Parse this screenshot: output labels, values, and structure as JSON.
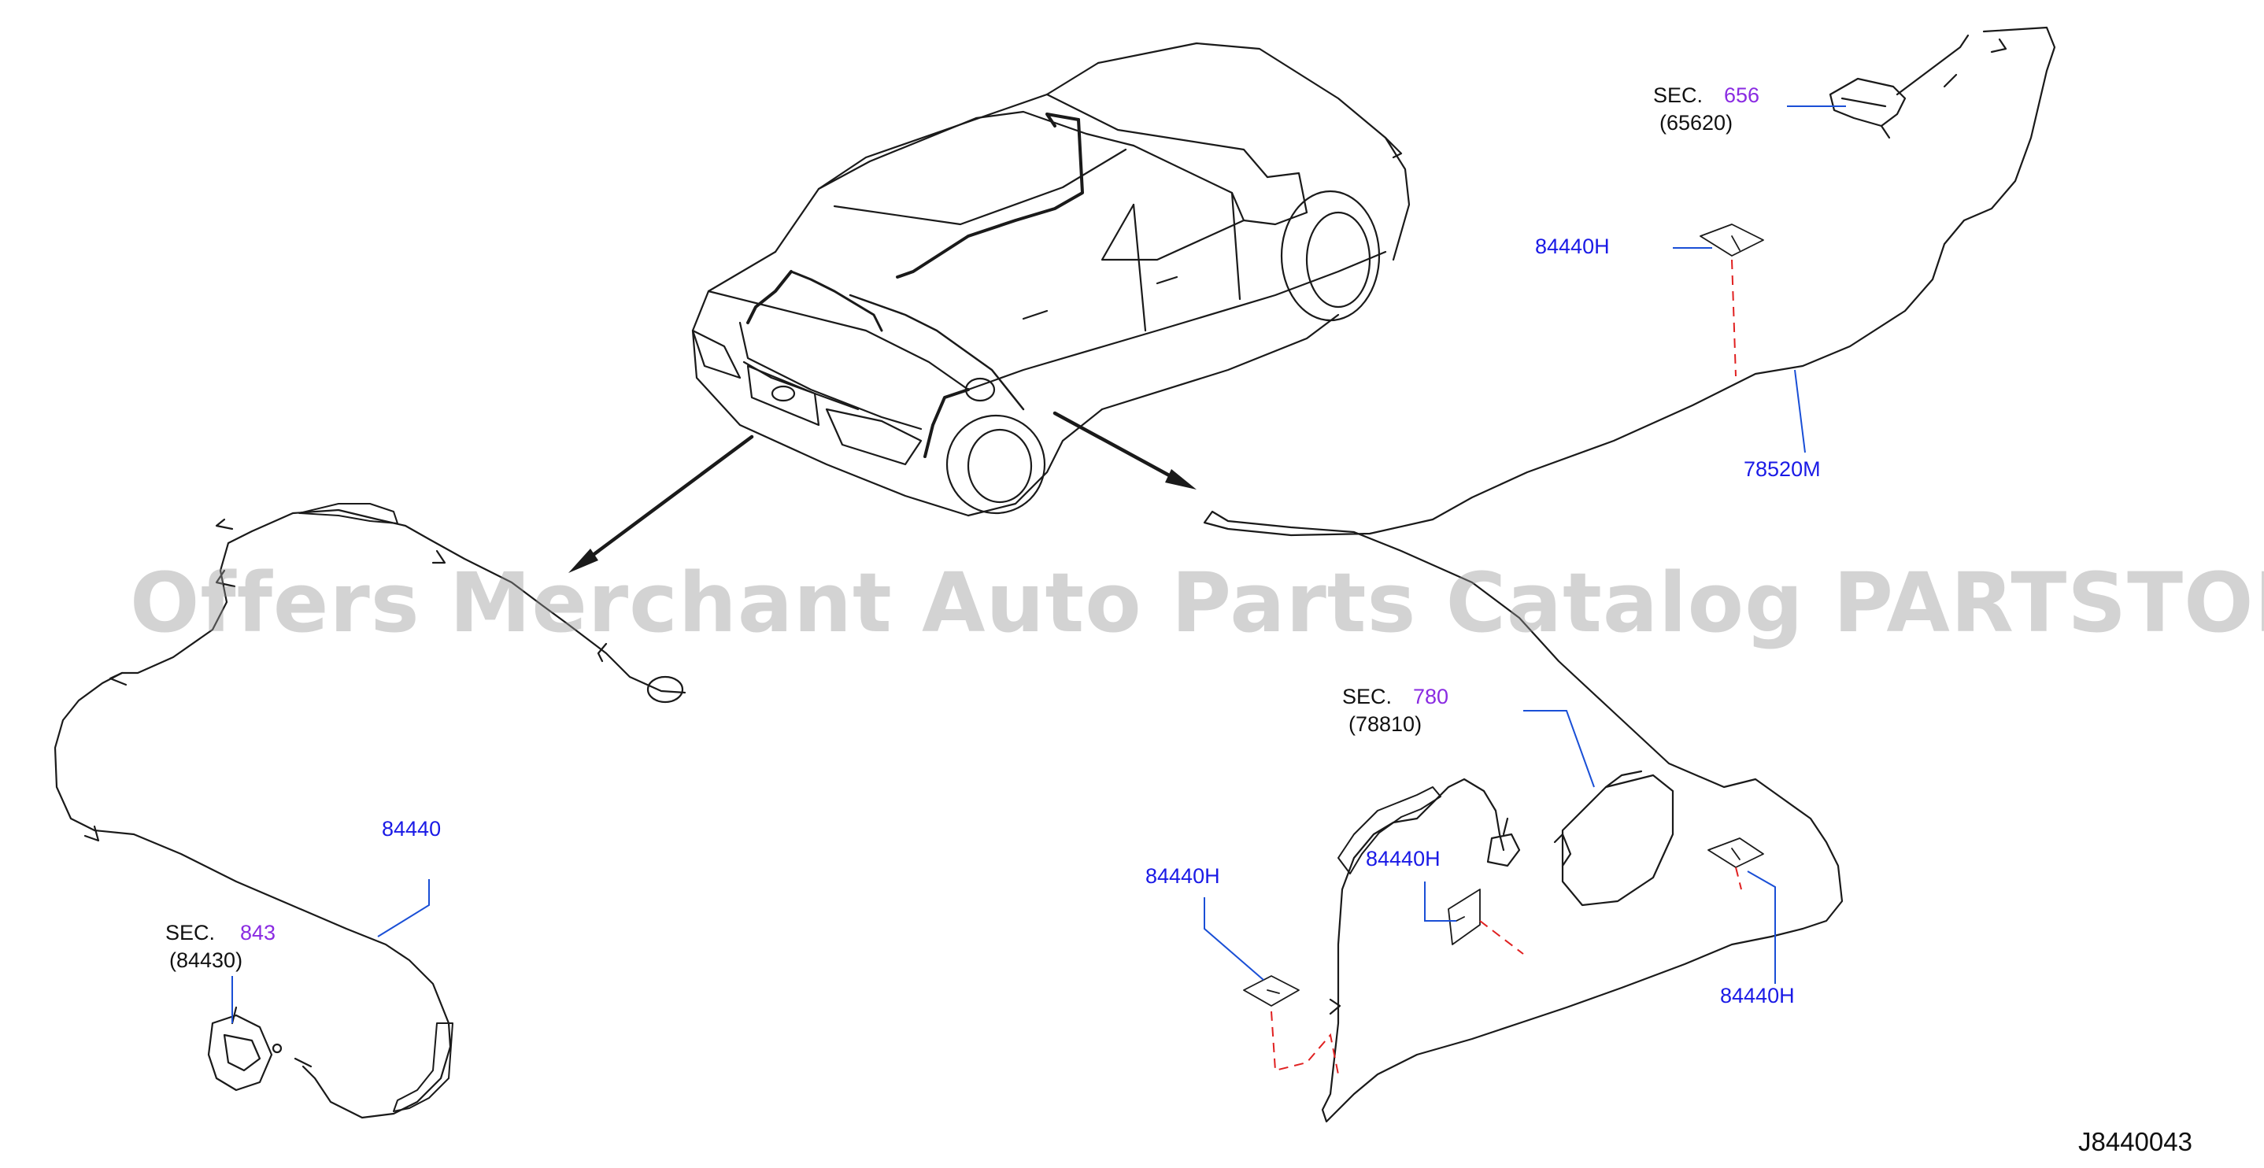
{
  "diagram_id": "J8440043",
  "watermark": "Offers Merchant Auto Parts Catalog PARTSTORE.SA",
  "labels": {
    "sec656": {
      "sec": "SEC.",
      "num": "656",
      "sub": "(65620)"
    },
    "sec780": {
      "sec": "SEC.",
      "num": "780",
      "sub": "(78810)"
    },
    "sec843": {
      "sec": "SEC.",
      "num": "843",
      "sub": "(84430)"
    },
    "p84440": "84440",
    "p78520M": "78520M",
    "p84440H_a": "84440H",
    "p84440H_b": "84440H",
    "p84440H_c": "84440H",
    "p84440H_d": "84440H"
  },
  "colors": {
    "line": "#1a1a1a",
    "leader": "#1a4fd6",
    "dashed": "#e02020",
    "partnum": "#1a1ae6",
    "secnum": "#8a2be2"
  }
}
